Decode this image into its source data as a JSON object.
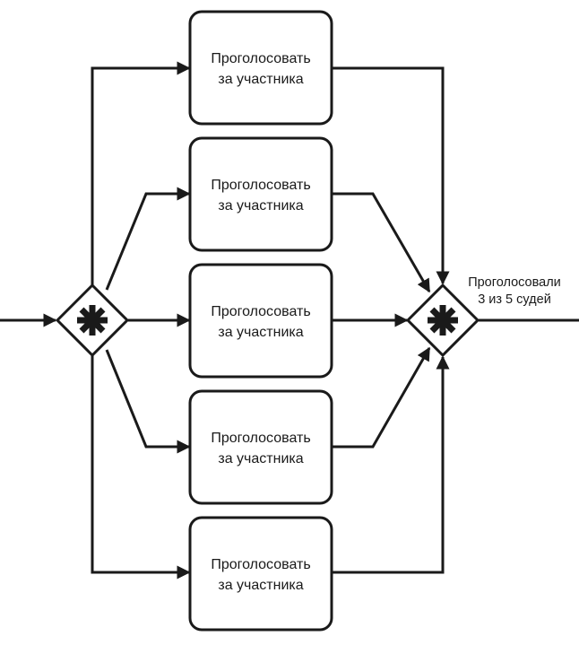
{
  "diagram": {
    "tasks": [
      {
        "line1": "Проголосовать",
        "line2": "за участника"
      },
      {
        "line1": "Проголосовать",
        "line2": "за участника"
      },
      {
        "line1": "Проголосовать",
        "line2": "за участника"
      },
      {
        "line1": "Проголосовать",
        "line2": "за участника"
      },
      {
        "line1": "Проголосовать",
        "line2": "за участника"
      }
    ],
    "join_gateway": {
      "label_line1": "Проголосовали",
      "label_line2": "3 из 5 судей"
    },
    "colors": {
      "stroke": "#1a1a1a",
      "fill": "#ffffff"
    }
  }
}
